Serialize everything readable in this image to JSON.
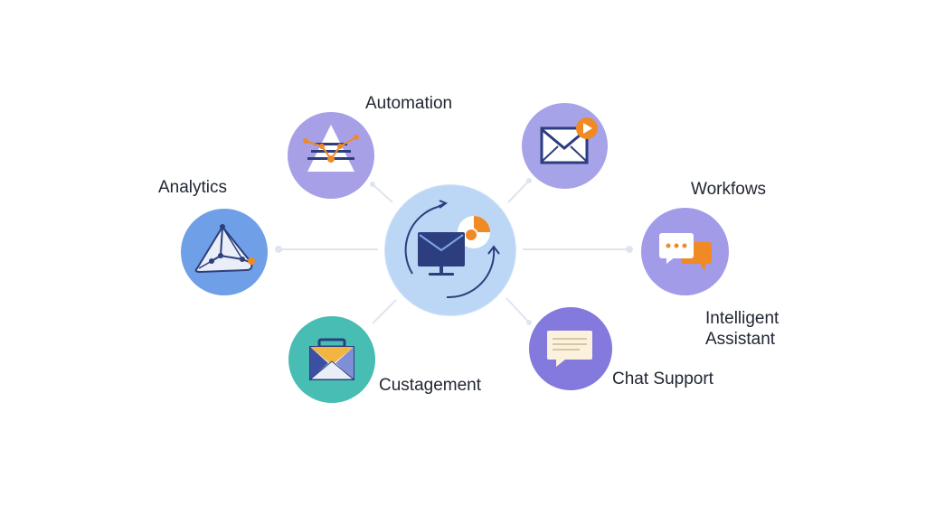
{
  "diagram": {
    "hub": {
      "name": "central-hub",
      "icon": "monitor-email-cycle-icon"
    },
    "nodes": [
      {
        "id": "automation",
        "label": "Automation",
        "icon": "pyramid-network-icon",
        "color": "#a7a0e6"
      },
      {
        "id": "email-play",
        "icon": "email-play-icon",
        "color": "#a7a3e8"
      },
      {
        "id": "analytics",
        "label": "Analytics",
        "icon": "network-graph-icon",
        "color": "#6f9fe7"
      },
      {
        "id": "workflows",
        "label": "Workfows",
        "icon": "chat-bubbles-icon",
        "color": "#a29be8"
      },
      {
        "id": "custagement",
        "label": "Custagement",
        "icon": "open-envelope-icon",
        "color": "#48bdb3"
      },
      {
        "id": "chat-support",
        "label": "Chat Support",
        "icon": "message-card-icon",
        "color": "#8479dc"
      }
    ],
    "extra_labels": {
      "intelligent_assistant": "Intelligent Assistant"
    },
    "colors": {
      "connector": "#dfe5ee",
      "accent_orange": "#f08a24",
      "icon_navy": "#2c3e7e",
      "hub_fill": "#bcd6f6"
    }
  }
}
